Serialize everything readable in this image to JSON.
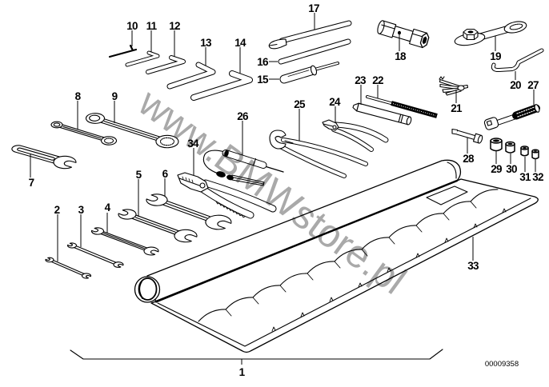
{
  "diagram": {
    "watermark": "www.BMWstore.pl",
    "diagram_number": "00009358",
    "callouts": [
      {
        "label": "1",
        "depicts": "complete-tool-kit"
      },
      {
        "label": "2",
        "depicts": "double-open-end-wrench"
      },
      {
        "label": "3",
        "depicts": "double-open-end-wrench"
      },
      {
        "label": "4",
        "depicts": "double-open-end-wrench"
      },
      {
        "label": "5",
        "depicts": "double-open-end-wrench"
      },
      {
        "label": "6",
        "depicts": "double-open-end-wrench"
      },
      {
        "label": "7",
        "depicts": "open-end-wrench"
      },
      {
        "label": "8",
        "depicts": "double-box-end-wrench"
      },
      {
        "label": "9",
        "depicts": "double-box-end-wrench"
      },
      {
        "label": "10",
        "depicts": "hex-key"
      },
      {
        "label": "11",
        "depicts": "hex-key"
      },
      {
        "label": "12",
        "depicts": "hex-key"
      },
      {
        "label": "13",
        "depicts": "hex-key"
      },
      {
        "label": "14",
        "depicts": "hex-key"
      },
      {
        "label": "15",
        "depicts": "screwdriver"
      },
      {
        "label": "16",
        "depicts": "tommy-bar"
      },
      {
        "label": "17",
        "depicts": "hook-lever"
      },
      {
        "label": "18",
        "depicts": "tubular-box-spanner"
      },
      {
        "label": "19",
        "depicts": "ring-spanner-with-nut"
      },
      {
        "label": "20",
        "depicts": "hook-spanner"
      },
      {
        "label": "21",
        "depicts": "feeler-gauge"
      },
      {
        "label": "22",
        "depicts": "file"
      },
      {
        "label": "23",
        "depicts": "handle-bar"
      },
      {
        "label": "24",
        "depicts": "side-cutting-pliers"
      },
      {
        "label": "25",
        "depicts": "water-pump-pliers"
      },
      {
        "label": "26",
        "depicts": "test-lamp"
      },
      {
        "label": "27",
        "depicts": "ratchet"
      },
      {
        "label": "28",
        "depicts": "extension-bar"
      },
      {
        "label": "29",
        "depicts": "socket"
      },
      {
        "label": "30",
        "depicts": "socket"
      },
      {
        "label": "31",
        "depicts": "socket"
      },
      {
        "label": "32",
        "depicts": "socket"
      },
      {
        "label": "33",
        "depicts": "tool-roll-bag"
      },
      {
        "label": "34",
        "depicts": "combination-pliers"
      }
    ]
  }
}
